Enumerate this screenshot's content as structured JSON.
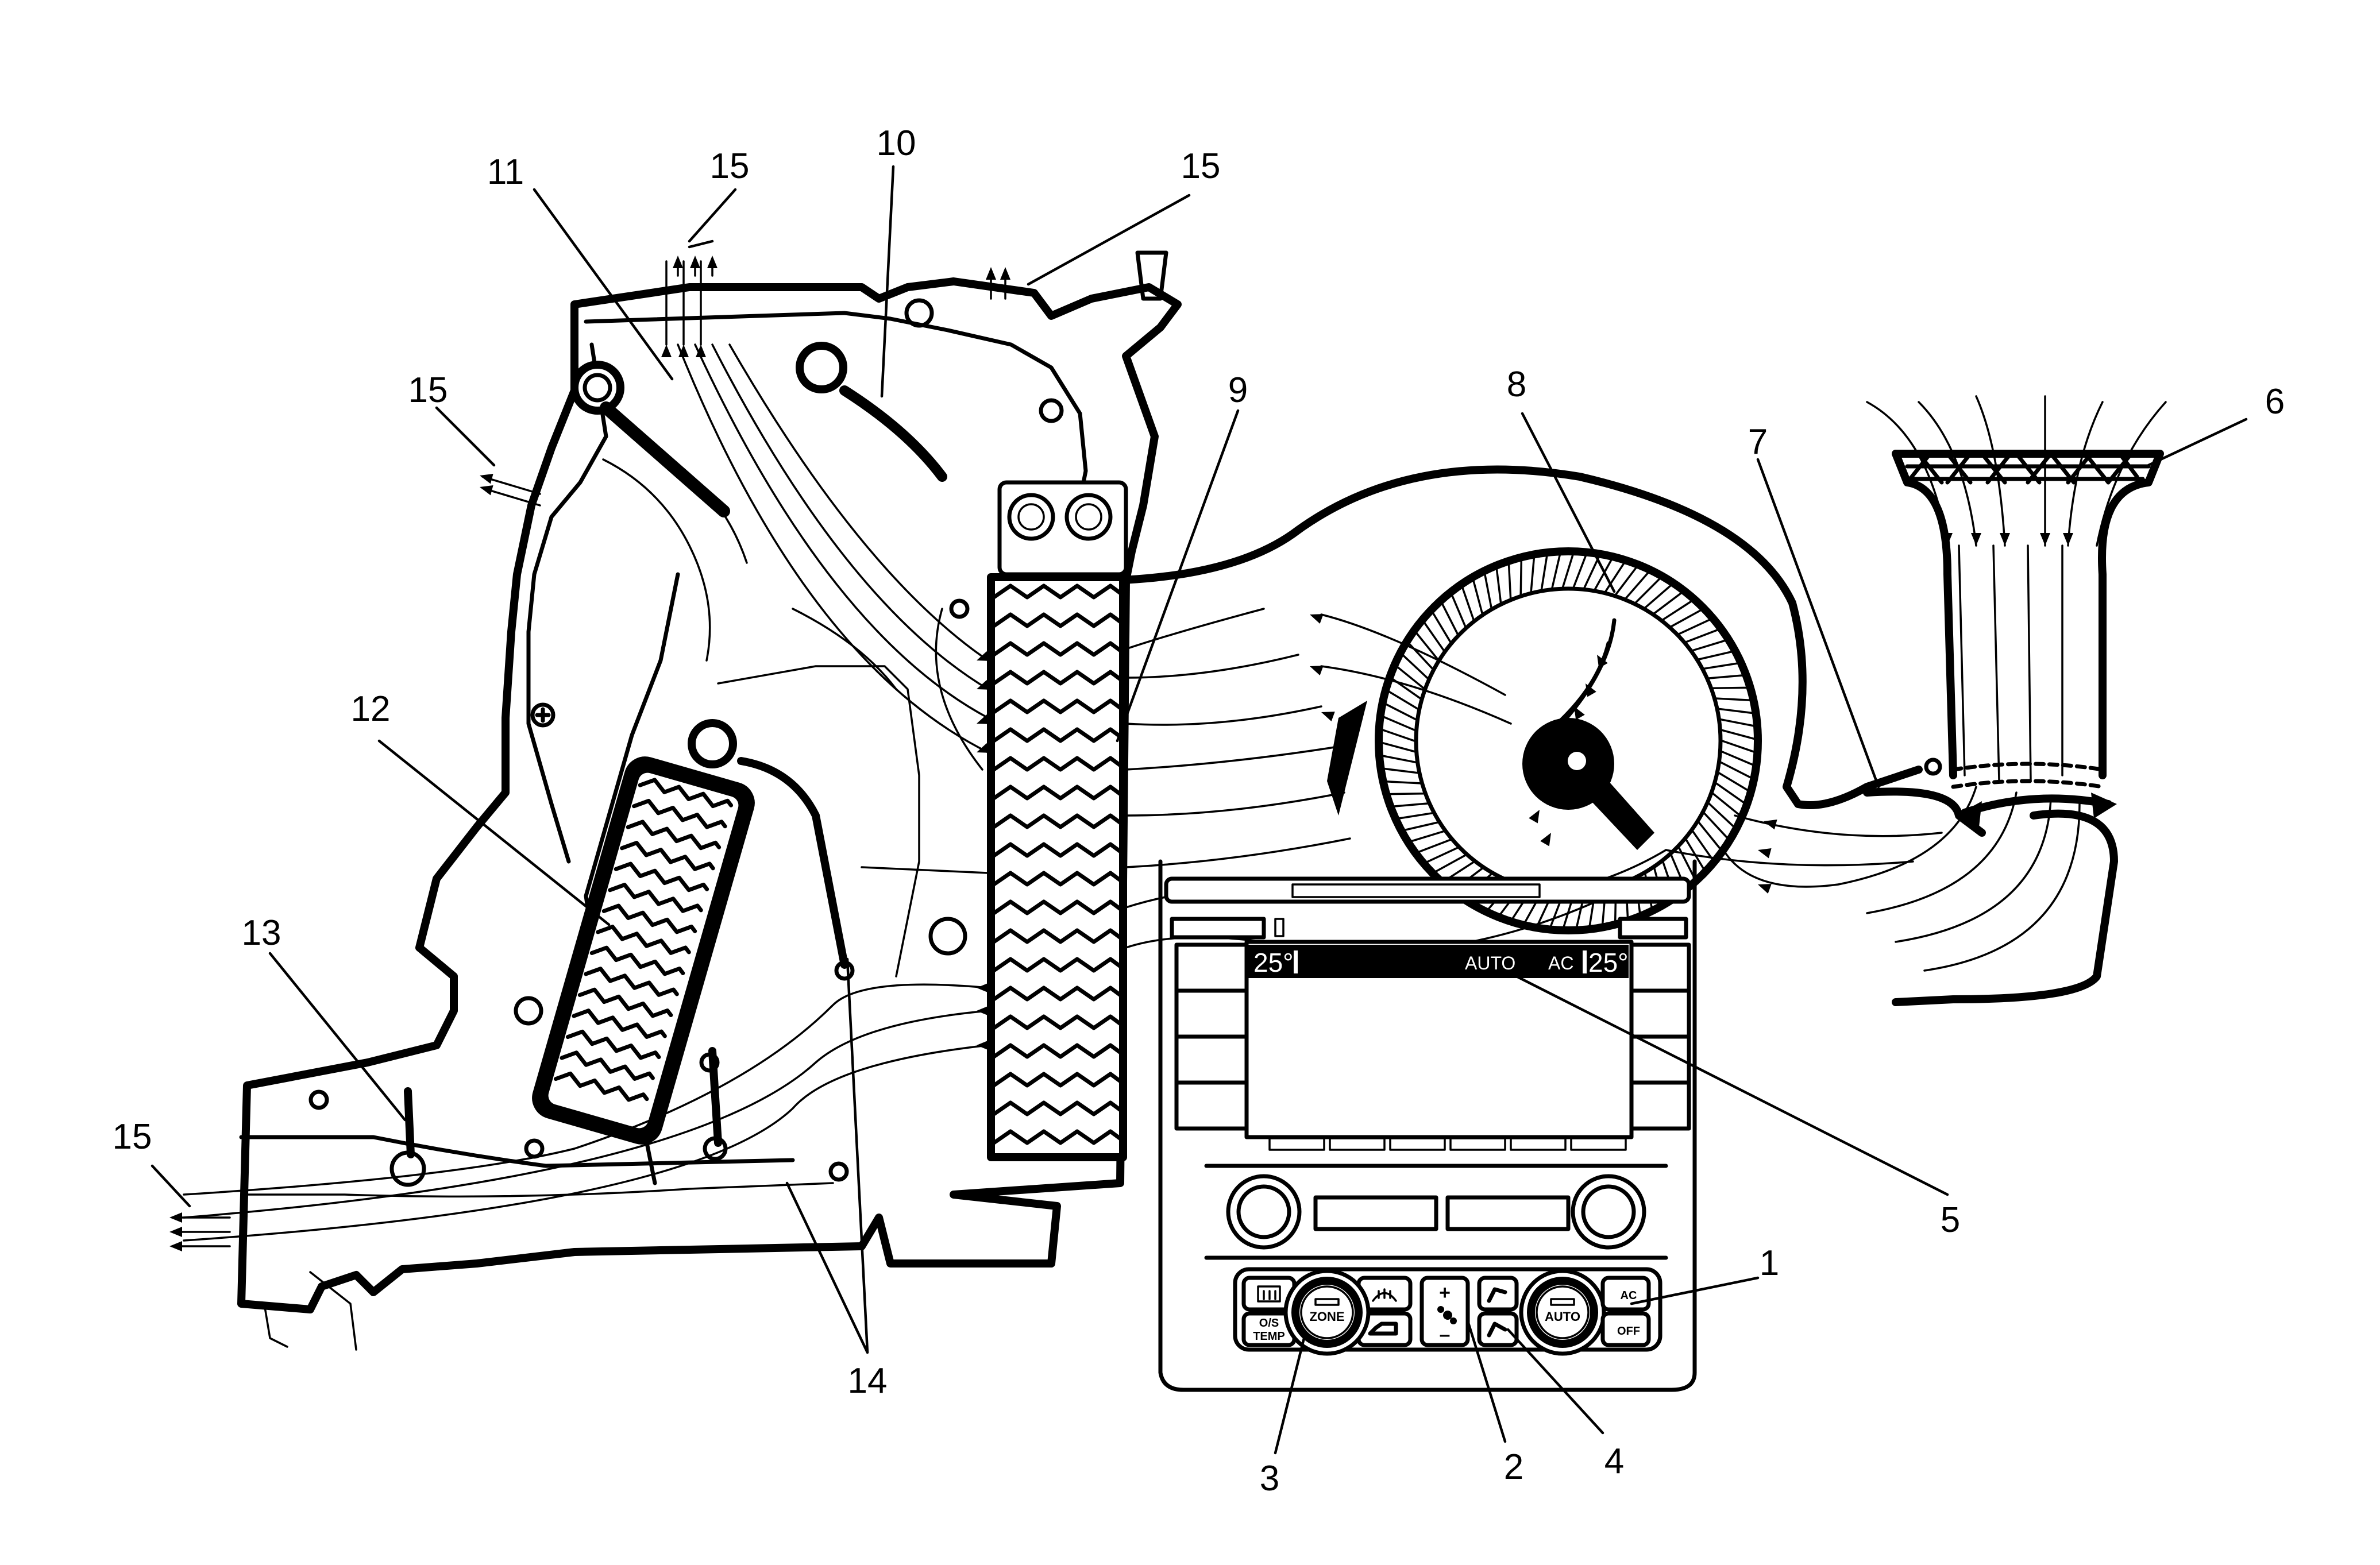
{
  "callouts": {
    "c1": "1",
    "c2": "2",
    "c3": "3",
    "c4": "4",
    "c5": "5",
    "c6": "6",
    "c7": "7",
    "c8": "8",
    "c9": "9",
    "c10": "10",
    "c11": "11",
    "c12": "12",
    "c13": "13",
    "c14": "14",
    "c15a": "15",
    "c15b": "15",
    "c15c": "15",
    "c15d": "15"
  },
  "display": {
    "temp_left": "25°",
    "mode": "AUTO",
    "ac": "AC",
    "temp_right": "25°"
  },
  "controls": {
    "zone_label": "ZONE",
    "os_temp_line1": "O/S",
    "os_temp_line2": "TEMP",
    "auto_label": "AUTO",
    "ac_label": "AC",
    "off_label": "OFF",
    "fan_plus": "+",
    "fan_minus": "–"
  },
  "icons": [
    "rear-defrost-icon",
    "front-defrost-icon",
    "recirculation-icon",
    "fan-icon",
    "mode-upper-icon",
    "mode-lower-icon",
    "airflow-mode-icon",
    "blower-wheel-icon",
    "arrow-icon"
  ]
}
